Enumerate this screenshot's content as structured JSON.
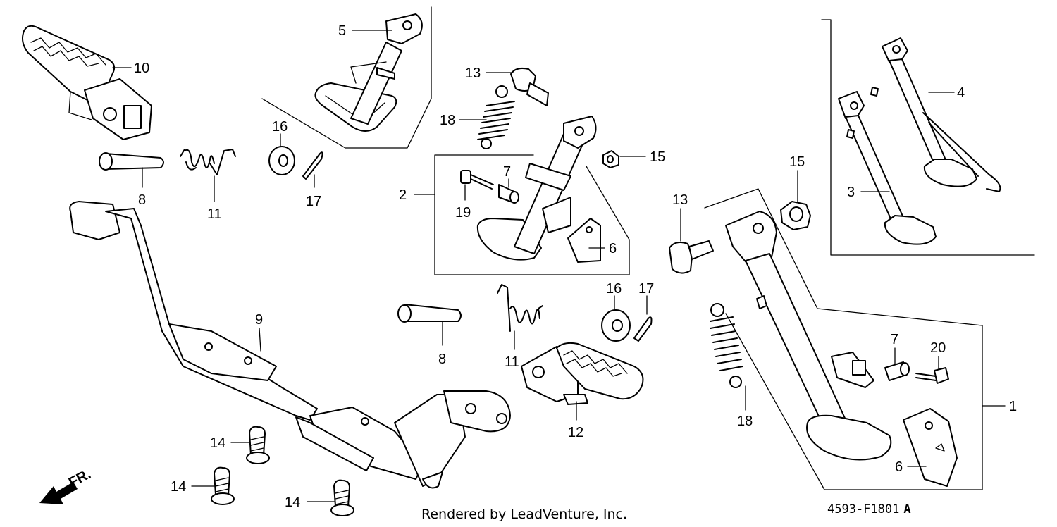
{
  "callouts": {
    "c1": "1",
    "c2": "2",
    "c3": "3",
    "c4": "4",
    "c5": "5",
    "c6a": "6",
    "c6b": "6",
    "c7a": "7",
    "c7b": "7",
    "c8a": "8",
    "c8b": "8",
    "c9": "9",
    "c10": "10",
    "c11a": "11",
    "c11b": "11",
    "c12": "12",
    "c13a": "13",
    "c13b": "13",
    "c14a": "14",
    "c14b": "14",
    "c14c": "14",
    "c15a": "15",
    "c15b": "15",
    "c16a": "16",
    "c16b": "16",
    "c17a": "17",
    "c17b": "17",
    "c18a": "18",
    "c18b": "18",
    "c19": "19",
    "c20": "20"
  },
  "direction_label": "FR.",
  "credit": "Rendered by LeadVenture, Inc.",
  "diagram_code": "4593-F1801",
  "diagram_code_suffix": "A"
}
